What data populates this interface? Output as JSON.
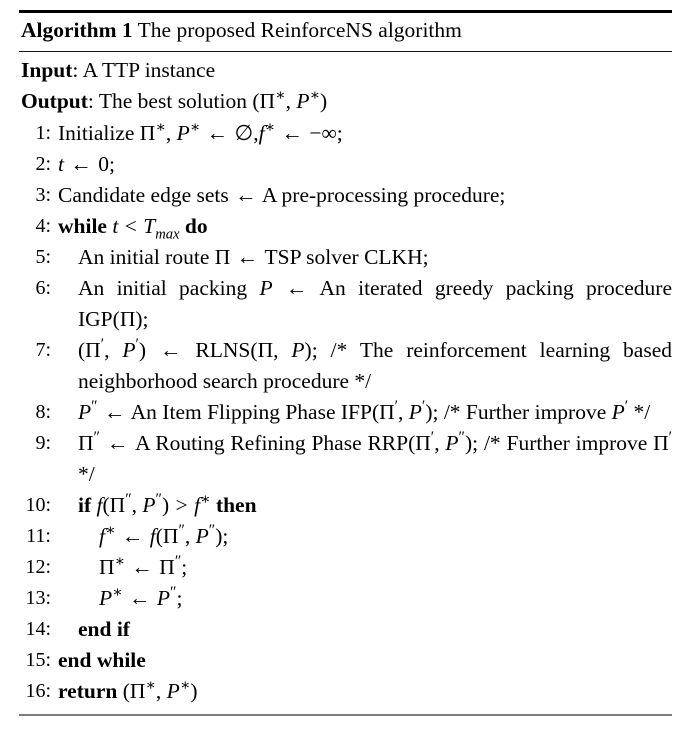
{
  "algorithm": {
    "header": {
      "label": "Algorithm 1",
      "title": "The proposed ReinforceNS algorithm"
    },
    "io": [
      {
        "keyword": "Input",
        "text": ": A TTP instance"
      },
      {
        "keyword": "Output",
        "text": ": The best solution (Π*, P*)"
      }
    ],
    "lines": [
      {
        "no": "1:",
        "indent": 0,
        "text": "Initialize Π*, P* ← ∅,f* ← −∞;"
      },
      {
        "no": "2:",
        "indent": 0,
        "text": "t ← 0;"
      },
      {
        "no": "3:",
        "indent": 0,
        "text": "Candidate edge sets ← A pre-processing procedure;"
      },
      {
        "no": "4:",
        "indent": 0,
        "text": "while t < Tmax do"
      },
      {
        "no": "5:",
        "indent": 1,
        "text": "An initial route Π ← TSP solver CLKH;"
      },
      {
        "no": "6:",
        "indent": 1,
        "text": "An initial packing P ← An iterated greedy packing procedure IGP(Π);"
      },
      {
        "no": "7:",
        "indent": 1,
        "text": "(Π′, P′) ← RLNS(Π, P); /* The reinforcement learning based neighborhood search procedure */"
      },
      {
        "no": "8:",
        "indent": 1,
        "text": "P″ ← An Item Flipping Phase IFP(Π′, P′); /* Further improve P′ */"
      },
      {
        "no": "9:",
        "indent": 1,
        "text": "Π″ ← A Routing Refining Phase RRP(Π′, P″); /* Further improve Π′ */"
      },
      {
        "no": "10:",
        "indent": 1,
        "text": "if f(Π″, P″) > f* then"
      },
      {
        "no": "11:",
        "indent": 2,
        "text": "f* ← f(Π″, P″);"
      },
      {
        "no": "12:",
        "indent": 2,
        "text": "Π* ← Π″;"
      },
      {
        "no": "13:",
        "indent": 2,
        "text": "P* ← P″;"
      },
      {
        "no": "14:",
        "indent": 1,
        "text": "end if"
      },
      {
        "no": "15:",
        "indent": 0,
        "text": "end while"
      },
      {
        "no": "16:",
        "indent": 0,
        "text": "return (Π*, P*)"
      }
    ],
    "keywords": [
      "while",
      "do",
      "if",
      "then",
      "end if",
      "end while",
      "return"
    ],
    "colors": {
      "text": "#000000",
      "rule_top": "#000000",
      "rule_bottom": "#7d7d7d",
      "background": "#ffffff"
    }
  }
}
